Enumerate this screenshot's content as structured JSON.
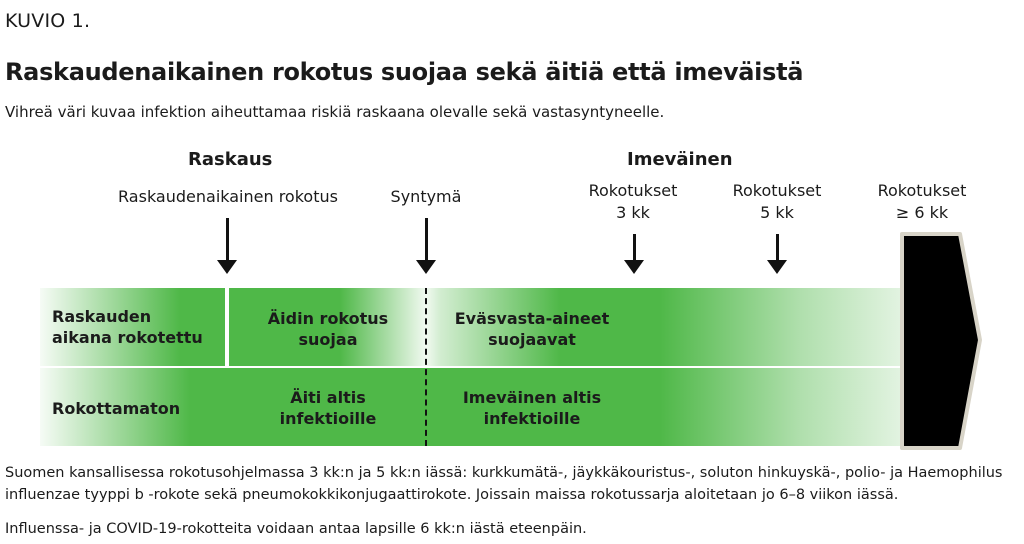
{
  "figure": {
    "kicker": "KUVIO 1.",
    "title": "Raskaudenaikainen rokotus suojaa sekä äitiä että imeväistä",
    "subtitle": "Vihreä väri kuvaa infektion aiheuttamaa riskiä raskaana olevalle sekä vastasyntyneelle."
  },
  "timeline": {
    "phases": [
      "Raskaus",
      "Imeväinen"
    ],
    "markers": [
      {
        "label": "Raskaudenaikainen rokotus"
      },
      {
        "label": "Syntymä"
      },
      {
        "label": "Rokotukset",
        "sublabel": "3 kk"
      },
      {
        "label": "Rokotukset",
        "sublabel": "5 kk"
      },
      {
        "label": "Rokotukset",
        "sublabel": "≥ 6 kk"
      }
    ]
  },
  "rows": [
    {
      "label_line1": "Raskauden",
      "label_line2": "aikana rokotettu",
      "cells": [
        {
          "line1": "Äidin rokotus",
          "line2": "suojaa"
        },
        {
          "line1": "Eväsvasta-aineet",
          "line2": "suojaavat"
        }
      ]
    },
    {
      "label": "Rokottamaton",
      "cells": [
        {
          "line1": "Äiti altis",
          "line2": "infektioille"
        },
        {
          "line1": "Imeväinen altis",
          "line2": "infektioille"
        }
      ]
    }
  ],
  "footnotes": [
    "Suomen kansallisessa rokotusohjelmassa 3 kk:n ja 5 kk:n iässä: kurkkumätä-, jäykkäkouristus-, soluton hinkuyskä-, polio- ja Haemophilus influenzae tyyppi b -rokote sekä pneumokokkikonjugaattirokote. Joissain maissa rokotussarja aloitetaan jo 6–8 viikon iässä.",
    "Influenssa- ja COVID-19-rokotteita voidaan antaa lapsille 6 kk:n iästä eteenpäin."
  ],
  "colors": {
    "green": "#4fb848",
    "arrow_fill": "#000000",
    "arrow_outline": "#d8d4c8"
  },
  "icons": [
    "down-arrow-icon",
    "timeline-end-arrow-icon"
  ]
}
